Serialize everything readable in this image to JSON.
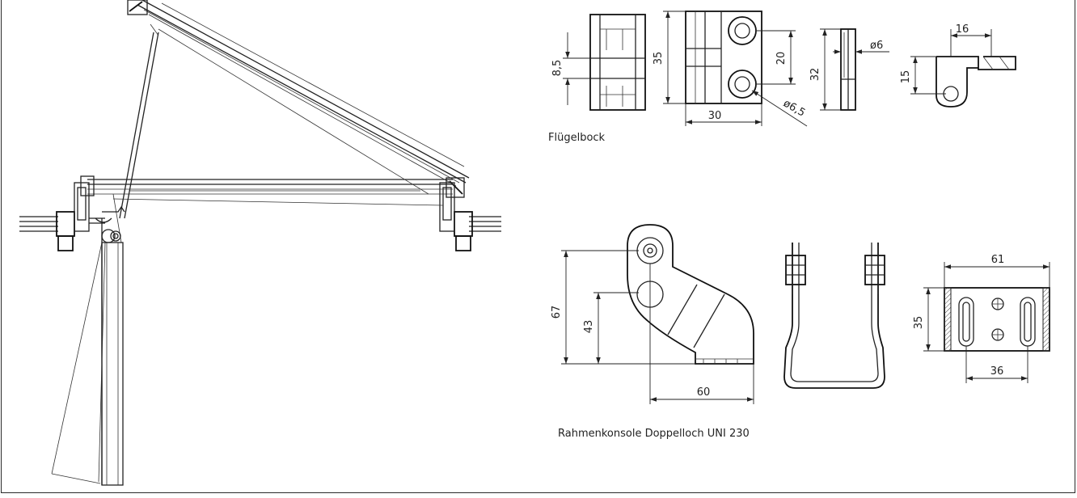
{
  "captions": {
    "fluegelbock": "Flügelbock",
    "rahmenkonsole": "Rahmenkonsole Doppelloch UNI 230"
  },
  "dimensions": {
    "fb_width_8_5": "8,5",
    "fb_height_35": "35",
    "fb_height_20": "20",
    "fb_width_30": "30",
    "fb_hole_65": "ø6,5",
    "fb_height_32": "32",
    "fb_pin_6": "ø6",
    "fb_width_16": "16",
    "fb_height_15": "15",
    "rk_height_67": "67",
    "rk_height_43": "43",
    "rk_width_60": "60",
    "rk_width_61": "61",
    "rk_height_35": "35",
    "rk_width_36": "36"
  }
}
